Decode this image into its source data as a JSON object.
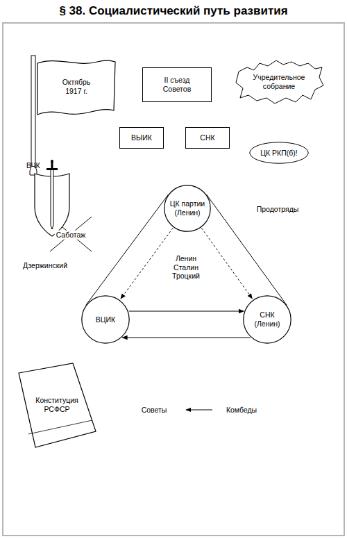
{
  "diagram": {
    "title": "§ 38. Социалистический путь развития",
    "nodes": [
      {
        "text": [
          "Октябрь 1917 г."
        ]
      },
      {
        "text": [
          "II съезд Советов"
        ]
      },
      {
        "text": [
          "Учредительное собрание"
        ]
      },
      {
        "text": [
          "ВЫИК"
        ]
      },
      {
        "text": [
          "СНК"
        ]
      },
      {
        "text": [
          "ЦК РКП(б)!"
        ]
      },
      {
        "text": [
          "ВЧК"
        ]
      },
      {
        "text": [
          "ЦК партии (Ленин)"
        ]
      },
      {
        "text": [
          "ВЦИК"
        ]
      },
      {
        "text": [
          "СНК (Ленин)"
        ]
      },
      {
        "text": [
          "Конституция РСФСР"
        ]
      }
    ],
    "edges": [
      {
        "from": 7,
        "to": 8,
        "arrow": "none"
      },
      {
        "from": 7,
        "to": 9,
        "arrow": "none"
      },
      {
        "from": 7,
        "to": 8,
        "arrow": "to"
      },
      {
        "from": 7,
        "to": 9,
        "arrow": "to"
      },
      {
        "from": 8,
        "to": 9,
        "arrow": "to"
      },
      {
        "from": 9,
        "to": 8,
        "arrow": "to"
      }
    ],
    "labels": [
      "Продотряды",
      "Саботаж",
      "Дзержинский",
      "Ленин Сталин Троцкий",
      "Советы",
      "Комбеды"
    ]
  }
}
